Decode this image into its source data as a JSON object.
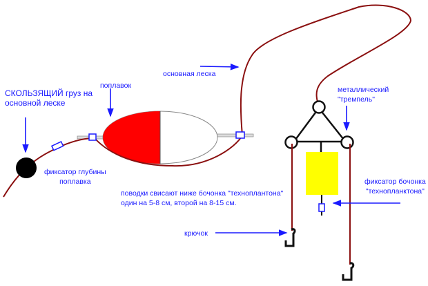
{
  "labels": {
    "sinker": [
      "СКОЛЬЗЯЩИЙ груз на",
      "основной леске"
    ],
    "float": "поплавок",
    "main_line": "основная леска",
    "depth_stopper": [
      "фиксатор глубины",
      "поплавка"
    ],
    "hanger": [
      "металлический",
      "\"тремпель\""
    ],
    "barrel_stopper": [
      "фиксатор бочонка",
      "\"технопланктона\""
    ],
    "leaders_note": [
      "поводки свисают ниже бочонка \"техноплантона\"",
      "один на 5-8 см, второй на 8-15 см."
    ],
    "hook": "крючок"
  },
  "colors": {
    "line": "#8b1010",
    "label": "#1a1aff",
    "float_red": "#ff0000",
    "barrel": "#ffff00"
  }
}
